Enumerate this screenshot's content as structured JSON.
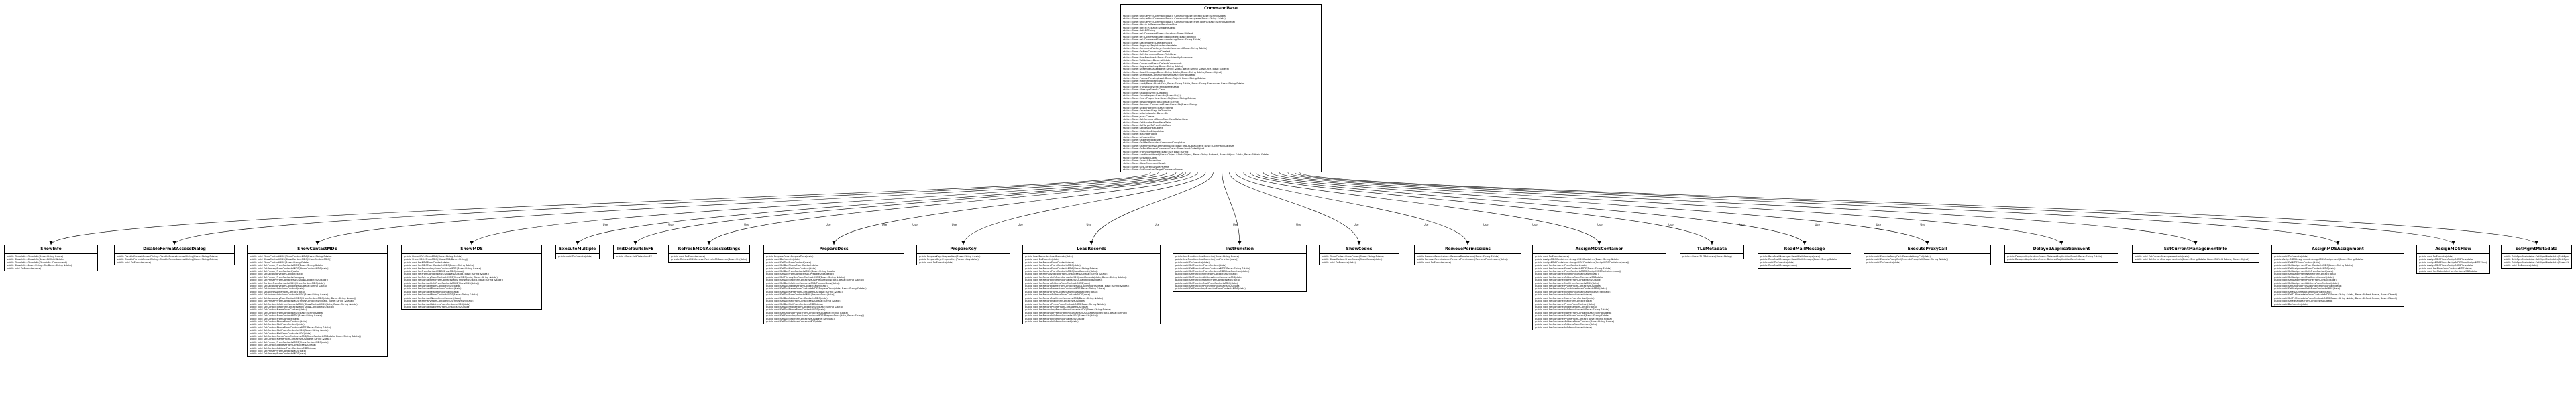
{
  "edge_label": "Use",
  "hub": {
    "title": "CommandBase",
    "methods": [
      "static ::Base::uniquePtr<CommandBase> CommandBase::create(Base::String &data)",
      "static ::Base::uniquePtr<CommandBase> CommandBase::parse(Base::String &data)",
      "static ::Base::uniquePtr<CommandBase> CommandBase::fromTokens(Base::String &tokens)",
      "static ::Base::dto::AutoResolvedResolvedBox",
      "static ::Base::Ref::PTR::Base::Str(BaseData)",
      "static ::Base::Ref::BSString",
      "static ::Base::ref::CommandBase::allocated::Base::Bitfield",
      "static ::Base::ref::CommandBase::deallocated::Base::Bitfield",
      "static ::Base::ref::CommandBase::enableLog(Base::String &data)",
      "static ::Base::StackFrame::DeleteImplicit",
      "static ::Base::Registry::RegisterHandler(data)",
      "static ::Base::CommandFactory::CreateCommand(Base::String &data)",
      "static ::Base::OnNewCommandCreated",
      "static ::Base::Ref::CommandBase::FieldBase",
      "static ::Base::UserResolved::Base::StrictIdentityAccessors",
      "static ::Base::Validation::Base::Validate",
      "static ::Base::CommandBase::DefaultCommands",
      "static ::Base::RegisterFactory(Base::String &data)",
      "static ::Base::DoRenderAsset(Base::String &data, Base::String &resource, Base::Object)",
      "static ::Base::ReadMessage(Base::String &data, Base::String &data, Base::Object)",
      "static ::Base::DoPrepareCommandAsset(Base::String &data)",
      "static ::Base::ProcessPassingAsset(Base::Object, Base::String &data)",
      "static ::Base::InitFromObject(data)",
      "static ::Base::Load(Base::Stack &ch, Base::String &data, Base::String &resource, Base::String &data)",
      "static ::Base::TransitionEvent::PrepareMessage",
      "static ::Base::MessageEvent::Clear",
      "static ::Base::OnLoadEvent::Dispatch",
      "static ::Base::EnumHelper::Execute(Base::Str(s))",
      "static ::Base::EnumProperties::Base::Str(Base::String &data)",
      "static ::Base::RespondWith(data::Base::String)",
      "static ::Base::Restore::CommandBase::Base::Str(Base::String)",
      "static ::Base::DoExtractUnit::Base::String",
      "static ::Base::Serialize::FlagLifeDuration",
      "static ::Base::IsSerializable::Base::Str",
      "static ::Base::Json::Create",
      "static ::Base::SetCommandNameFromMetaData::Base",
      "static ::Base::SetHandlerFromMetaData",
      "static ::Base::SetTargetToFromMetaData",
      "static ::Base::SetResponseObject",
      "static ::Base::MakeNewDispatcher",
      "static ::Base::IsHandlerValid",
      "static ::Base::IsEnabledOn",
      "static ::Base::OnBeforeExecute",
      "static ::Base::OnAfterExecute::CommandCompleted",
      "static ::Base::OnPreProcessCommandData::Base::InputDataObject::Base::CommandDataSet",
      "static ::Base::OnPostProcessCommandData::Base::InputDataObject",
      "static ::Base::FrameCompleted::Base::Str(Base::String)",
      "static ::Base::LoadFromObject(Base::Object &DataObject, Base::String &object, Base::Object &data, Base::Bitfield &data)",
      "static ::Base::GetStaticData",
      "static ::Base::Error::IsException",
      "static ::Base::StoreCommandResult",
      "static ::Base::GetCurrentDisplayName",
      "static ::Base::GetSerializedTargetCommandName"
    ]
  },
  "classes": [
    {
      "title": "ShowInfo",
      "methods": [
        "public ShowInfo::ShowInfo(Base::String &data)",
        "public ShowInfo::ShowInfo(Base::Bitfield &data)",
        "public ShowInfo::ShowInfo(ShowInfo::Component)",
        "public ShowInfo::Base::String::Str(Base::String &data)",
        "public void DoExecute(data)"
      ]
    },
    {
      "title": "DisableFormatAccessDialog",
      "methods": [
        "public DisableFormatAccessDialog::DisableFormatAccessDialog(Base::String &data)",
        "public DisableFormatAccessDialog::DisableFormatAccessDialog(Base::String &data)",
        "public void DoExecute(data)"
      ]
    },
    {
      "title": "ShowContactMDS",
      "methods": [
        "public void ShowContactMDS(ShowContactMDS(Base::String &data)",
        "public void ShowContactMDS(ShowContactMDS(ShowContactMDS))",
        "public void ShowContactMDS(Base::String &data)",
        "public void SetPrimaryFromContactsMDS(Base::String &data)",
        "public void SetPrimaryFromContactsMDS(ShowContactMDS(data))",
        "public void SetPrimaryFromContact(data)",
        "public void SetSecondaryFromContact(data)",
        "public void SetPrimaryFromContactsCategory",
        "public void SetPrimaryFromContactMDS(ShowContactMDS(data))",
        "public void ContactFromContactsMDS(ShowContactMDS(data))",
        "public void SetSecondaryFromContactsMDS(Base::String &data)",
        "public void SetAddressInfoFromContact(data)",
        "public void SetAddressLineFromContact(data)",
        "public void SetAddressInfoFromContactsMDS(Base::String &data)",
        "public void SetSecondaryFromContactMDS(ShowContactMDS(data, Base::String &data))",
        "public void SetPrimaryFromContactsMDS(ShowContactMDS(data, Base::String &data))",
        "public void SetContactInfoFromContactsMDS(ShowContactMDS(data, Base::String &data))",
        "public void SetContactInfoFromContactsMDS(ShowContactMDS(data))",
        "public void SetContactNameFromContact(data)",
        "public void SetContactFromContactsMDS(Base::String &data)",
        "public void SetContactFromContactMDS(Base::String &data)",
        "public void SetContactFromContact(data)",
        "public void SetContactPhoneFromContact(data)",
        "public void SetContactMailFromContact(data)",
        "public void SetContactPhoneFromContactsMDS(Base::String &data)",
        "public void SetContactMailFromContactsMDS(Base::String &data)",
        "public void SetContactMailFromContactsMDS(data)",
        "public void SetContactNameFromContactsMDS(ShowContactMDS(data, Base::String &data))",
        "public void SetContactNameFromContactsMDS(Base::String &data)",
        "public void SetPrimaryFromContactsMDS(ShowContactMDS(data))",
        "public void SetContactAddressFromContactsMDS(data)",
        "public void SetContactAddressFromContactsMDS(data)",
        "public void SetPrimaryFromContactsMDS(data)",
        "public void SetPrimaryFromContactsMDS(data)"
      ]
    },
    {
      "title": "ShowMDS",
      "methods": [
        "public ShowMDS::ShowMDS(Base::String &data)",
        "public ShowMDS::ShowMDS(ShowMDS(Base::String))",
        "public void SetMDSFromContact(data)",
        "public void SetMDSFromContactsMDS(Base::String &data)",
        "public void SetSecondaryFromContactsMDS(Base::String &data)",
        "public void SetFromContactMDS(ShowMDS(data))",
        "public void SetFromContactsMDS(ShowMDS(data, Base::String &data))",
        "public void SetPrimaryFromContactsMDS(ShowMDS(data, Base::String &data))",
        "public void SetContactInfoFromContactsMDS(ShowMDS(data, Base::String &data))",
        "public void SetContactInfoFromContactsMDS(ShowMDS(data))",
        "public void SetContactFromContactsMDS(data)",
        "public void SetContactPhoneFromContact(data)",
        "public void SetContactMailFromContact(data)",
        "public void SetContactFromContactsMDS(Base::String &data)",
        "public void SetContactNameFromContact(data)",
        "public void SetPrimaryFromContactsMDS(ShowMDS(data))",
        "public void SetContactAddressFromContactsMDS(data)",
        "public void SetContactAddressFromContactsMDS(data)"
      ]
    },
    {
      "title": "ExecuteMultiple",
      "methods": [
        "public void DoExecute(data)"
      ]
    },
    {
      "title": "InitDefaultsInFE",
      "methods": [
        "public ::Base::InitDefaultsInFE"
      ]
    },
    {
      "title": "RefreshMDSAccessSettings",
      "methods": [
        "public void DoExecute(data)",
        "private RefreshMDSAccess::RefreshMDSAccess(Base::Str(data))"
      ]
    },
    {
      "title": "PrepareDocs",
      "methods": [
        "public PrepareDocs::PrepareDocs(data)",
        "public void DoExecute(data)",
        "public void SetDocFromContact(data)",
        "public void SetDocPhoneFromContact(data)",
        "public void SetDocMailFromContact(data)",
        "public void SetDocFromContactsMDS(Base::String &data)",
        "public void SetDocFromContactMDS(PrepareDocs(data))",
        "public void SetPrimaryDocFromContactsMDS(Base::String &data)",
        "public void SetDocInfoFromContactsMDS(PrepareDocs(data, Base::String &data))",
        "public void SetDocInfoFromContactsMDS(PrepareDocs(data))",
        "public void SetDocAddressFromContactsMDS(data)",
        "public void SetDocNameFromContactsMDS(PrepareDocs(data, Base::String &data))",
        "public void SetDocNameFromContactsMDS(Base::String &data)",
        "public void SetDocFromContactsMDS(PrepareDocs(data))",
        "public void SetDocAddressFromContactsMDS(data)",
        "public void SetDocMailFromContactsMDS(Base::String &data)",
        "public void SetDocMailFromContactsMDS(data)",
        "public void SetDocPhoneFromContactsMDS(Base::String &data)",
        "public void SetDocPhoneFromContactsMDS(data)",
        "public void SetSecondaryDocFromContactsMDS(Base::String &data)",
        "public void SetSecondaryDocFromContactsMDS(PrepareDocs(data, Base::String))",
        "public void SetDocInfoFromContactsMDS(Base::Str(data))",
        "public void SetDocInfoFromContactsMDS(data)"
      ]
    },
    {
      "title": "PrepareKey",
      "methods": [
        "public PrepareKey::PrepareKey(Base::String &data)",
        "public PrepareKey::PrepareKey(PrepareKey(data))",
        "public void DoExecute(data)"
      ]
    },
    {
      "title": "LoadRecords",
      "methods": [
        "public LoadRecords::LoadRecords(data)",
        "public void DoExecute(data)",
        "public void SetRecordFromContact(data)",
        "public void SetRecordFromContactsMDS(data)",
        "public void SetRecordFromContactsMDS(Base::String &data)",
        "public void SetRecordFromContactsMDS(LoadRecords(data))",
        "public void SetPrimaryRecordFromContactsMDS(Base::String &data)",
        "public void SetRecordInfoFromContactsMDS(LoadRecords(data, Base::String &data))",
        "public void SetRecordInfoFromContactsMDS(LoadRecords(data))",
        "public void SetRecordAddressFromContactsMDS(data)",
        "public void SetRecordNameFromContactsMDS(LoadRecords(data, Base::String &data))",
        "public void SetRecordNameFromContactsMDS(Base::String &data)",
        "public void SetRecordFromContactsMDS(LoadRecords(data))",
        "public void SetRecordAddressFromContactsMDS(data)",
        "public void SetRecordMailFromContactsMDS(Base::String &data)",
        "public void SetRecordMailFromContactsMDS(data)",
        "public void SetRecordPhoneFromContactsMDS(Base::String &data)",
        "public void SetRecordPhoneFromContactsMDS(data)",
        "public void SetSecondaryRecordFromContactsMDS(Base::String &data)",
        "public void SetSecondaryRecordFromContactsMDS(LoadRecords(data, Base::String))",
        "public void SetRecordInfoFromContactsMDS(Base::Str(data))",
        "public void SetRecordInfoFromContactsMDS(data)",
        "public void SetRecordInfoFromContact(data)"
      ]
    },
    {
      "title": "InstFunction",
      "methods": [
        "public InstFunction::InstFunction(Base::String &data)",
        "public InstFunction::InstFunction(InstFunction(data))",
        "public void DoExecute(data)",
        "public void SetFunctionFromContact(data)",
        "public void SetFunctionFromContactsMDS(Base::String &data)",
        "public void SetFunctionFromContactsMDS(InstFunction(data))",
        "public void SetFunctionInfoFromContactsMDS(data)",
        "public void SetFunctionAddressFromContactsMDS(data)",
        "public void SetFunctionNameFromContactsMDS(data)",
        "public void SetFunctionMailFromContactsMDS(data)",
        "public void SetFunctionPhoneFromContactsMDS(data)",
        "public void SetSecondaryFunctionFromContactsMDS(data)"
      ]
    },
    {
      "title": "ShowCodes",
      "methods": [
        "public ShowCodes::ShowCodes(Base::String &data)",
        "public ShowCodes::ShowCodes(ShowCodes(data))",
        "public void DoExecute(data)"
      ]
    },
    {
      "title": "RemovePermissions",
      "methods": [
        "public RemovePermissions::RemovePermissions(Base::String &data)",
        "public RemovePermissions::RemovePermissions(RemovePermissions(data))",
        "public void DoExecute(data)"
      ]
    },
    {
      "title": "AssignMDSContainer",
      "methods": [
        "public void DoExecute(data)",
        "public AssignMDSContainer::AssignMDSContainer(Base::String &data)",
        "public AssignMDSContainer::AssignMDSContainer(AssignMDSContainer(data))",
        "public void SetContainerFromContact(data)",
        "public void SetContainerFromContactsMDS(Base::String &data)",
        "public void SetContainerFromContactsMDS(AssignMDSContainer(data))",
        "public void SetContainerInfoFromContactsMDS(data)",
        "public void SetContainerAddressFromContactsMDS(data)",
        "public void SetContainerNameFromContactsMDS(data)",
        "public void SetContainerMailFromContactsMDS(data)",
        "public void SetContainerPhoneFromContactsMDS(data)",
        "public void SetSecondaryContainerFromContactsMDS(data)",
        "public void SetContainerInfoFromContactsMDS(Base::Str(data))",
        "public void SetContainerInfoFromContact(data)",
        "public void SetContainerNameFromContact(data)",
        "public void SetContainerMailFromContact(data)",
        "public void SetContainerPhoneFromContact(data)",
        "public void SetContainerAddressFromContact(data)",
        "public void SetContainerInfoFromContact(Base::String &data)",
        "public void SetContainerNameFromContact(Base::String &data)",
        "public void SetContainerMailFromContact(Base::String &data)",
        "public void SetContainerPhoneFromContact(Base::String &data)",
        "public void SetContainerAddressFromContact(Base::String &data)",
        "public void SetContainerAddressFromContact(data)",
        "public void SetContainerInfoFromContact(data)"
      ]
    },
    {
      "title": "TLSMetadata",
      "methods": [
        "public ::Base::TLSMetadata(Base::String)"
      ]
    },
    {
      "title": "ReadMailMessage",
      "methods": [
        "public ReadMailMessage::ReadMailMessage(data)",
        "public ReadMailMessage::ReadMailMessage(Base::String &data)",
        "public void DoExecute(data)",
        "public ReadMailMessage(data)"
      ]
    },
    {
      "title": "ExecuteProxyCall",
      "methods": [
        "public void ExecuteProxyCall::ExecuteProxyCall(data)",
        "public void ExecuteProxyCall(ExecuteProxyCall(Base::String &data))",
        "public void DoExecute(data)"
      ]
    },
    {
      "title": "DelayedApplicationEvent",
      "methods": [
        "public DelayedApplicationEvent::DelayedApplicationEvent(Base::String &data)",
        "public DelayedApplicationEvent::DelayedApplicationEvent(data)"
      ]
    },
    {
      "title": "SetCurrentManagementInfo",
      "methods": [
        "public void SetCurrentManagementInfo(data)",
        "public void SetCurrentManagementInfo(Base::String &data, Base::Bitfield &data, Base::Object)"
      ]
    },
    {
      "title": "AssignMDSAssignment",
      "methods": [
        "public void DoExecute(data)",
        "public AssignMDSAssignment::AssignMDSAssignment(Base::String &data)",
        "public void SetMDSFromContact(data)",
        "public void SetAssignmentFromContactsMDS(Base::String &data)",
        "public void SetAssignmentFromContactsMDS(data)",
        "public void SetAssignmentInfoFromContact(data)",
        "public void SetAssignmentNameFromContact(data)",
        "public void SetAssignmentMailFromContact(data)",
        "public void SetAssignmentPhoneFromContact(data)",
        "public void SetAssignmentAddressFromContact(data)",
        "public void SetSecondaryAssignmentFromContact(data)",
        "public void SetAssignmentInfoFromContactsMDS(data)",
        "public void SetMDSMetadataFromContact(data)",
        "public void SetTLSMetadataFromContactsMDS(Base::String &data, Base::Bitfield &data, Base::Object)",
        "public void SetTLSMetadataFromContactsMDS(Base::String &data, Base::Bitfield &data, Base::Object)",
        "public void SetMetadataFromContactsMDS(data)",
        "public void DoExecute(data)"
      ]
    },
    {
      "title": "AssignMDSFlow",
      "methods": [
        "public void DoExecute(data)",
        "public AssignMDSFlow::AssignMDSFlow(data)",
        "public AssignMDSFlow::AssignMDSFlow(AssignMDSFlow(Base::String &data))",
        "public AssignMDSFlow::AssignMDSFlow(data)",
        "public void SetFlowFromContactsMDS(data)",
        "public void SetMetadataFromContactsMDS(data)"
      ]
    },
    {
      "title": "SetMgmtMetadata",
      "methods": [
        "public SetMgmtMetadata::SetMgmtMetadata(SetMgmtMetadata(Base::String &data, bool))",
        "public SetMgmtMetadata::SetMgmtMetadata(SetMgmtMetadata(Base::String &data, bool, Base::Bitfield &data))",
        "public SetMgmtMetadata::SetMgmtMetadata(Base::String &data)",
        "public void DoExecute(data)"
      ]
    }
  ]
}
